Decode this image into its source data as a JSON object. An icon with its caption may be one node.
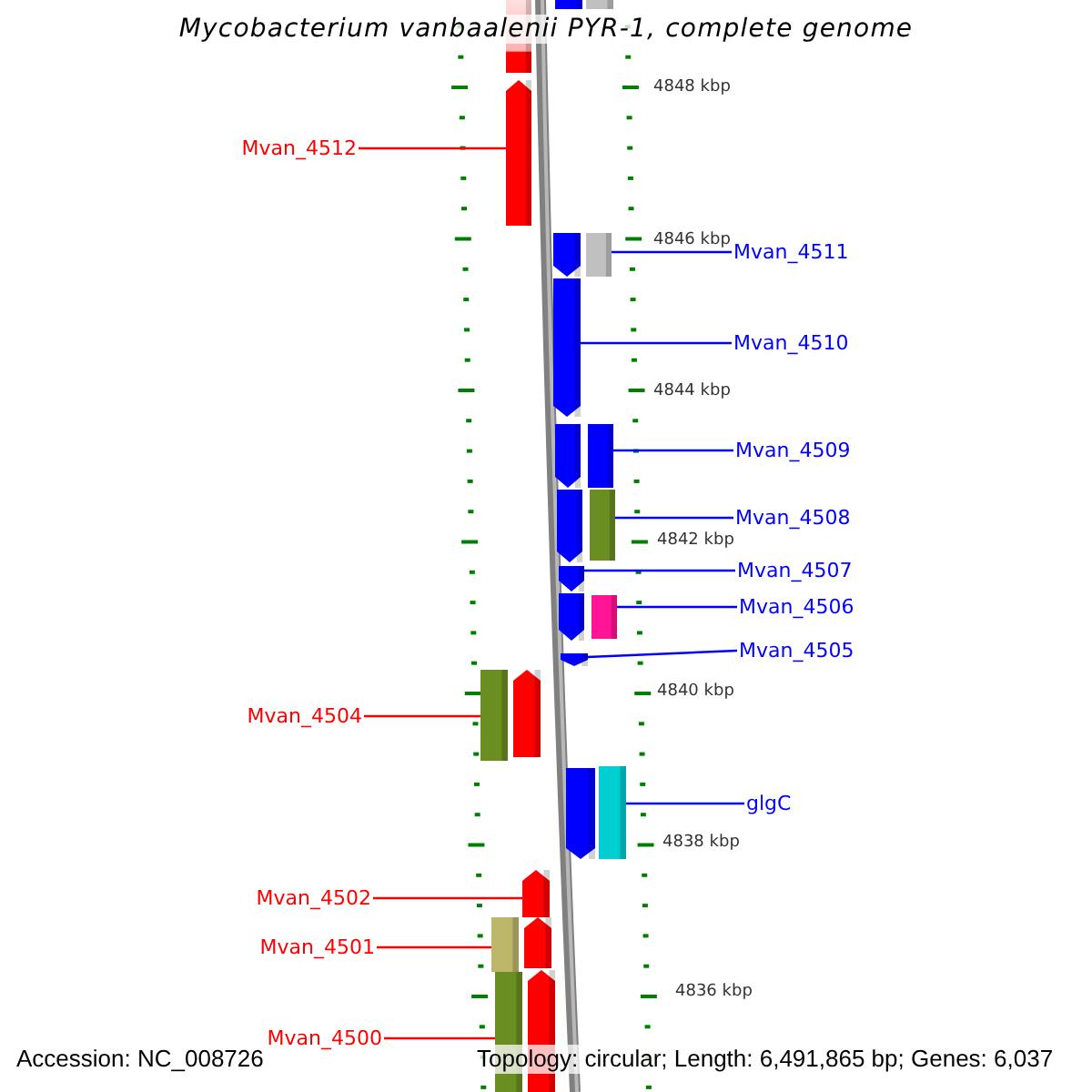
{
  "diagram": {
    "title": "Mycobacterium vanbaalenii PYR-1, complete genome",
    "nodes": [
      {
        "text": [],
        "shape": "pentagon"
      },
      {
        "text": [],
        "shape": "bar"
      },
      {
        "text": [],
        "shape": "bar"
      },
      {
        "text": [
          "Mvan_4512"
        ]
      },
      {
        "text": [],
        "shape": "pentagon"
      },
      {
        "text": [
          "Mvan_4511"
        ]
      },
      {
        "text": [],
        "shape": "pentagon"
      },
      {
        "text": [],
        "shape": "bar"
      },
      {
        "text": [
          "Mvan_4510"
        ]
      },
      {
        "text": [],
        "shape": "pentagon"
      },
      {
        "text": [
          "Mvan_4509"
        ]
      },
      {
        "text": [],
        "shape": "pentagon"
      },
      {
        "text": [],
        "shape": "bar"
      },
      {
        "text": [
          "Mvan_4508"
        ]
      },
      {
        "text": [],
        "shape": "pentagon"
      },
      {
        "text": [],
        "shape": "bar"
      },
      {
        "text": [
          "Mvan_4507"
        ]
      },
      {
        "text": [],
        "shape": "pentagon"
      },
      {
        "text": [
          "Mvan_4506"
        ]
      },
      {
        "text": [],
        "shape": "pentagon"
      },
      {
        "text": [],
        "shape": "bar"
      },
      {
        "text": [
          "Mvan_4505"
        ]
      },
      {
        "text": [],
        "shape": "pentagon"
      },
      {
        "text": [
          "Mvan_4504"
        ]
      },
      {
        "text": [],
        "shape": "bar"
      },
      {
        "text": [],
        "shape": "pentagon"
      },
      {
        "text": [
          "glgC"
        ]
      },
      {
        "text": [],
        "shape": "pentagon"
      },
      {
        "text": [],
        "shape": "bar"
      },
      {
        "text": [
          "Mvan_4502"
        ]
      },
      {
        "text": [],
        "shape": "pentagon"
      },
      {
        "text": [
          "Mvan_4501"
        ]
      },
      {
        "text": [],
        "shape": "bar"
      },
      {
        "text": [],
        "shape": "pentagon"
      },
      {
        "text": [
          "Mvan_4500"
        ]
      },
      {
        "text": [],
        "shape": "bar"
      },
      {
        "text": [],
        "shape": "pentagon"
      }
    ],
    "edges": [
      {
        "from": 3,
        "to": 4,
        "arrow": "none",
        "color": "#ff0000"
      },
      {
        "from": 5,
        "to": 7,
        "arrow": "none"
      },
      {
        "from": 8,
        "to": 9,
        "arrow": "none"
      },
      {
        "from": 10,
        "to": 12,
        "arrow": "none"
      },
      {
        "from": 13,
        "to": 15,
        "arrow": "none"
      },
      {
        "from": 16,
        "to": 17,
        "arrow": "none"
      },
      {
        "from": 18,
        "to": 20,
        "arrow": "none"
      },
      {
        "from": 21,
        "to": 22,
        "arrow": "none"
      },
      {
        "from": 23,
        "to": 24,
        "arrow": "none",
        "color": "#ff0000"
      },
      {
        "from": 26,
        "to": 28,
        "arrow": "none"
      },
      {
        "from": 29,
        "to": 30,
        "arrow": "none",
        "color": "#ff0000"
      },
      {
        "from": 31,
        "to": 32,
        "arrow": "none",
        "color": "#ff0000"
      },
      {
        "from": 34,
        "to": 35,
        "arrow": "none",
        "color": "#ff0000"
      }
    ],
    "labels": [
      "4848 kbp",
      "4846 kbp",
      "4844 kbp",
      "4842 kbp",
      "4840 kbp",
      "4838 kbp",
      "4836 kbp",
      "Accession: NC_008726",
      "Topology: circular; Length: 6,491,865 bp; Genes: 6,037"
    ]
  }
}
